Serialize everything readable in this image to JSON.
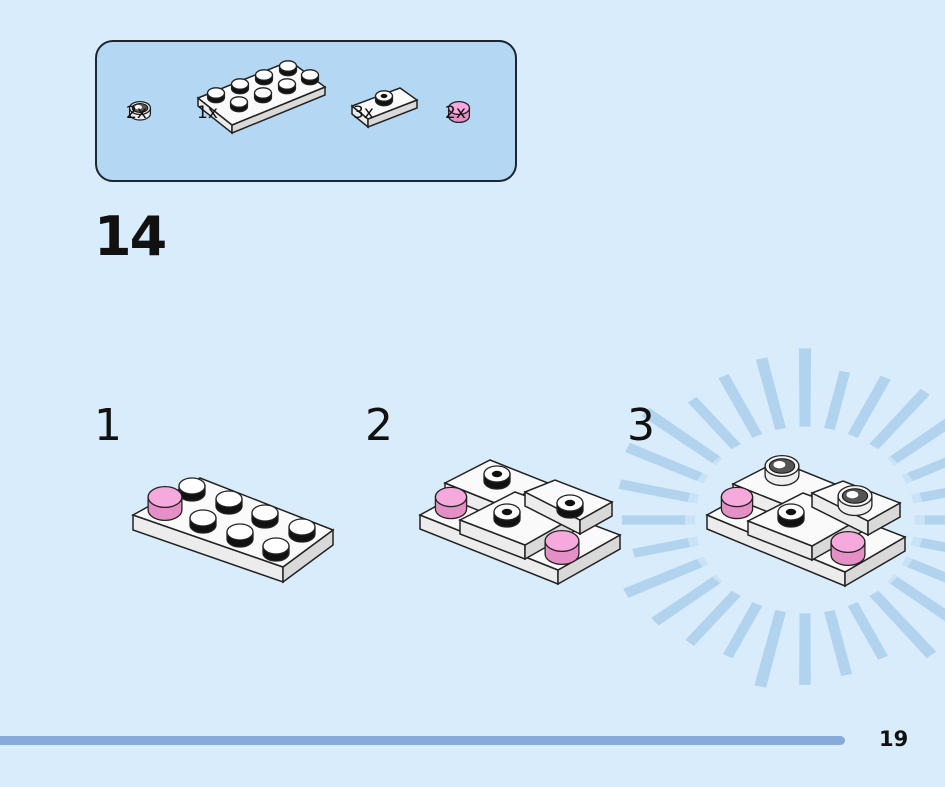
{
  "parts_list": [
    {
      "qty": "2x"
    },
    {
      "qty": "1x"
    },
    {
      "qty": "3x"
    },
    {
      "qty": "2x"
    }
  ],
  "step_number": "14",
  "substeps": [
    "1",
    "2",
    "3"
  ],
  "page_number": "19",
  "colors": {
    "background": "#d8ecfb",
    "parts_box": "#b4d7f3",
    "pink": "#f6a9dc",
    "footer_bar": "#87aada"
  }
}
